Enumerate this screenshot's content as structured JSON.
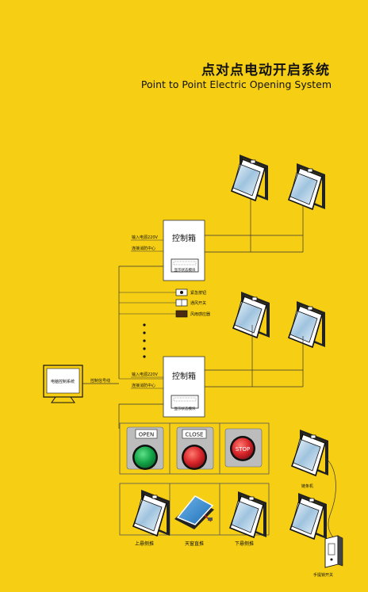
{
  "header": {
    "title": "点对点电动开启系统",
    "subtitle": "Point to Point Electric Opening System"
  },
  "control_box_top": {
    "title": "控制箱",
    "display_module": "显示状态模块",
    "input_power": "输入电源220V",
    "fire_center": "连接消防中心"
  },
  "control_box_bottom": {
    "title": "控制箱",
    "display_module": "显示状态模块",
    "input_power": "输入电源220V",
    "fire_center": "连接消防中心"
  },
  "devices": {
    "emergency_button": "紧急按钮",
    "vent_switch": "通风开关",
    "rain_sensor": "风雨感应器"
  },
  "computer": {
    "label": "电脑控制系统",
    "signal_line": "控制信号线"
  },
  "buttons": {
    "open": "OPEN",
    "close": "CLOSE",
    "stop": "STOP"
  },
  "window_types": {
    "top_hung": "上悬侧推",
    "skylight": "天窗直推",
    "bottom_hung": "下悬侧推"
  },
  "chain_opener": "链条机",
  "manual_switch": "手提锁开关",
  "colors": {
    "background": "#f6cf14",
    "open_green": "#13a346",
    "close_red": "#d8252a",
    "panel_gray": "#b7b7b7"
  }
}
